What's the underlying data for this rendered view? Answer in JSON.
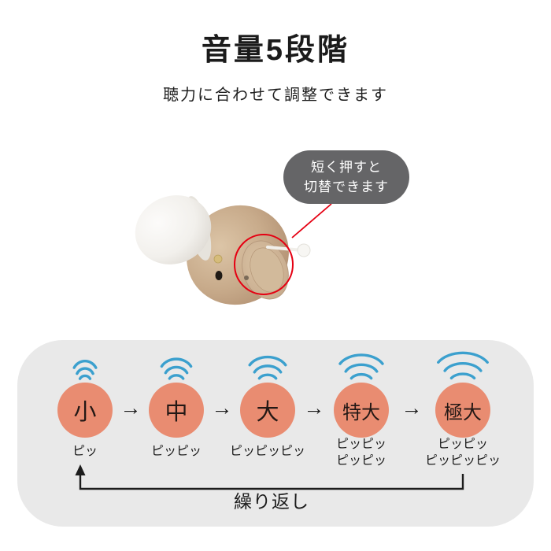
{
  "header": {
    "title": "音量5段階",
    "subtitle": "聴力に合わせて調整できます"
  },
  "callout": {
    "line1": "短く押すと",
    "line2": "切替できます"
  },
  "volume_flow": {
    "levels": [
      {
        "label": "小",
        "signal_level": 1,
        "beep_lines": [
          "ピッ"
        ]
      },
      {
        "label": "中",
        "signal_level": 2,
        "beep_lines": [
          "ピッピッ"
        ]
      },
      {
        "label": "大",
        "signal_level": 3,
        "beep_lines": [
          "ピッピッピッ"
        ]
      },
      {
        "label": "特大",
        "signal_level": 4,
        "beep_lines": [
          "ピッピッ",
          "ピッピッ"
        ]
      },
      {
        "label": "極大",
        "signal_level": 5,
        "beep_lines": [
          "ピッピッ",
          "ピッピッピッ"
        ]
      }
    ],
    "arrow_glyph": "→",
    "repeat_label": "繰り返し"
  },
  "colors": {
    "accent_red": "#E50012",
    "level_circle": "#E98C71",
    "signal_blue": "#3BA0CE",
    "panel_bg": "#E9E9E9",
    "callout_bg": "#656567"
  }
}
